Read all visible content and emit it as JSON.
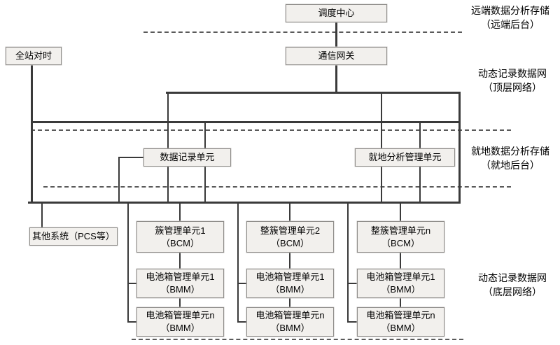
{
  "colors": {
    "background": "#ffffff",
    "box_fill": "#f2f0ed",
    "box_border": "#8f8d8a",
    "line": "#3a3a3a",
    "dashed_line": "#5a5a5a",
    "text": "#000000"
  },
  "nodes": {
    "dispatch_center": "调度中心",
    "comm_gateway": "通信网关",
    "station_time": "全站对时",
    "data_record_unit": "数据记录单元",
    "local_analysis_unit": "就地分析管理单元",
    "other_systems": "其他系统（PCS等）"
  },
  "columns": [
    {
      "bcm": {
        "line1": "簇管理单元1",
        "line2": "（BCM）"
      },
      "bmm_first": {
        "line1": "电池箱管理单元1",
        "line2": "（BMM）"
      },
      "bmm_last": {
        "line1": "电池箱管理单元n",
        "line2": "（BMM）"
      }
    },
    {
      "bcm": {
        "line1": "整簇管理单元2",
        "line2": "（BCM）"
      },
      "bmm_first": {
        "line1": "电池箱管理单元1",
        "line2": "（BMM）"
      },
      "bmm_last": {
        "line1": "电池箱管理单元n",
        "line2": "（BMM）"
      }
    },
    {
      "bcm": {
        "line1": "整簇管理单元n",
        "line2": "（BCM）"
      },
      "bmm_first": {
        "line1": "电池箱管理单元1",
        "line2": "（BMM）"
      },
      "bmm_last": {
        "line1": "电池箱管理单元n",
        "line2": "（BMM）"
      }
    }
  ],
  "side_labels": {
    "remote_storage": {
      "line1": "远端数据分析存储",
      "line2": "（远端后台）"
    },
    "top_network": {
      "line1": "动态记录数据网",
      "line2": "（顶层网络）"
    },
    "local_storage": {
      "line1": "就地数据分析存储",
      "line2": "（就地后台）"
    },
    "bottom_network": {
      "line1": "动态记录数据网",
      "line2": "（底层网络）"
    }
  }
}
